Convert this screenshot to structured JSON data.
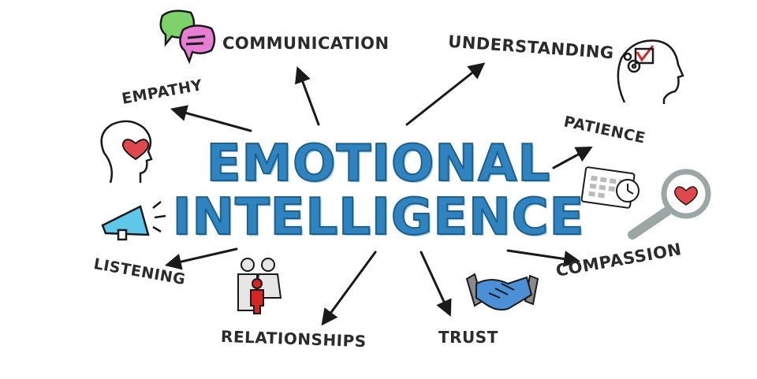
{
  "title": {
    "line1": "EMOTIONAL",
    "line2": "INTELLIGENCE"
  },
  "keywords": {
    "communication": "COMMUNICATION",
    "understanding": "UNDERSTANDING",
    "empathy": "EMPATHY",
    "patience": "PATIENCE",
    "listening": "LISTENING",
    "compassion": "COMPASSION",
    "relationships": "RELATIONSHIPS",
    "trust": "TRUST"
  },
  "icons": [
    "speech-bubbles-icon",
    "head-with-gears-icon",
    "head-with-heart-icon",
    "calendar-clock-icon",
    "megaphone-icon",
    "magnifier-heart-icon",
    "family-icon",
    "handshake-icon"
  ],
  "colors": {
    "title": "#2f84bf",
    "text": "#2b2b2b",
    "heart": "#e0484e",
    "bubble_green": "#7dd36a",
    "bubble_pink": "#e67fd4",
    "megaphone": "#5ec7ea",
    "handshake": "#4b90d6",
    "figure_red": "#d92424",
    "lens_frame": "#9aa7a5"
  }
}
